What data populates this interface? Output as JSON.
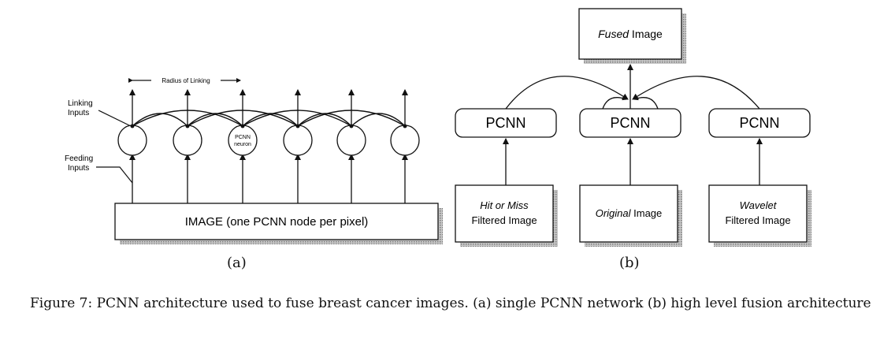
{
  "panel_a": {
    "radius_label": "Radius of Linking",
    "linking_label_1": "Linking",
    "linking_label_2": "Inputs",
    "feeding_label_1": "Feeding",
    "feeding_label_2": "Inputs",
    "neuron_label_1": "PCNN",
    "neuron_label_2": "neuron",
    "image_label": "IMAGE (one PCNN node per pixel)",
    "sublabel": "(a)"
  },
  "panel_b": {
    "fused_italic": "Fused",
    "fused_rest": " Image",
    "pcnn_left": "PCNN",
    "pcnn_center": "PCNN",
    "pcnn_right": "PCNN",
    "hit_line1": "Hit or Miss",
    "hit_line2": "Filtered Image",
    "original_italic": "Original",
    "original_rest": " Image",
    "wavelet_line1": "Wavelet",
    "wavelet_line2": "Filtered Image",
    "sublabel": "(b)"
  },
  "caption": "Figure 7: PCNN architecture used to fuse breast cancer images. (a) single PCNN network (b) high level fusion architecture"
}
